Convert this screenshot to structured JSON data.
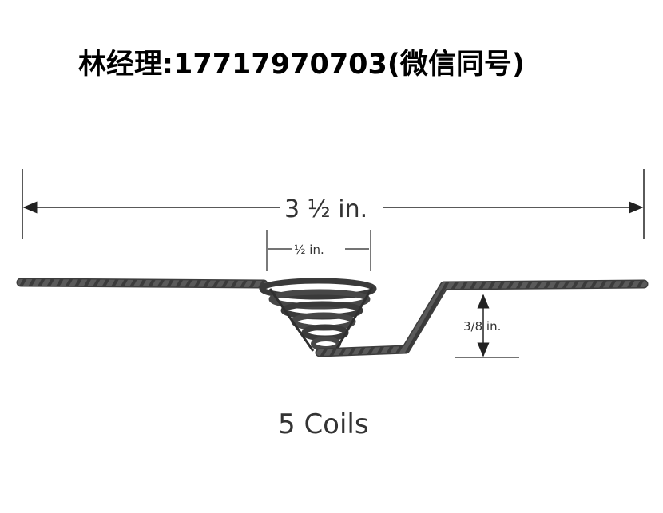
{
  "header": {
    "contact_line": "林经理:17717970703(微信同号)"
  },
  "diagram": {
    "overall_length_label": "3 ½ in.",
    "coil_width_label": "½ in.",
    "drop_height_label": "3/8 in.",
    "caption": "5 Coils"
  },
  "colors": {
    "wire": "#555555",
    "wire_dark": "#3a3a3a",
    "dimension_lines": "#222222"
  }
}
